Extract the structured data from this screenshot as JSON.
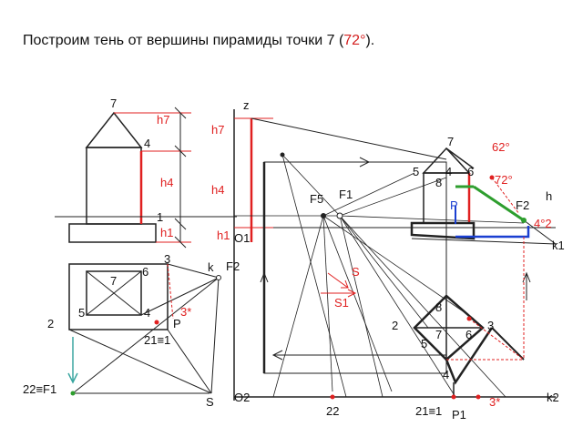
{
  "title": {
    "text": "Построим тень от вершины пирамиды точки 7 (",
    "highlight": "72°",
    "tail": ")."
  },
  "labels": {
    "p7_front": "7",
    "p4_front": "4",
    "p1_front": "1",
    "h7_a": "h7",
    "h4_a": "h4",
    "h1_a": "h1",
    "p3_plan": "3",
    "k_plan": "k",
    "F2_plan": "F2",
    "p7_plan": "7",
    "p6_plan": "6",
    "p5_plan": "5",
    "p4_plan": "4",
    "p3star_plan": "3*",
    "P_plan": "P",
    "p2_plan": "2",
    "p21_plan": "21≡1",
    "p22F1": "22≡F1",
    "S_plan": "S",
    "z": "z",
    "h7_b": "h7",
    "h4_b": "h4",
    "h1_b": "h1",
    "O1": "O1",
    "O2": "O2",
    "F5": "F5",
    "F1": "F1",
    "p22_bottom": "22",
    "p21_bottom": "21≡1",
    "P1": "P1",
    "S_dir": "S",
    "S1_dir": "S1",
    "p7_persp": "7",
    "p62": "62°",
    "p5_persp": "5",
    "p4_persp": "4",
    "p6_persp": "6",
    "p72": "72°",
    "p8_persp": "8",
    "P_persp": "P",
    "F2_persp": "F2",
    "h": "h",
    "p42": "4°2",
    "k1": "k1",
    "p8_plan": "8",
    "p2_pplan": "2",
    "p5_pplan": "5",
    "p7_pplan": "7",
    "p6_pplan": "6",
    "p3_pplan": "3",
    "p4_pplan": "4",
    "p3star_bottom": "3*",
    "k2": "k2"
  },
  "colors": {
    "line": "#222222",
    "accent_red": "#e02020",
    "accent_green": "#2e9e2e",
    "accent_blue": "#1a3fd1",
    "accent_teal": "#3aa6a0"
  }
}
